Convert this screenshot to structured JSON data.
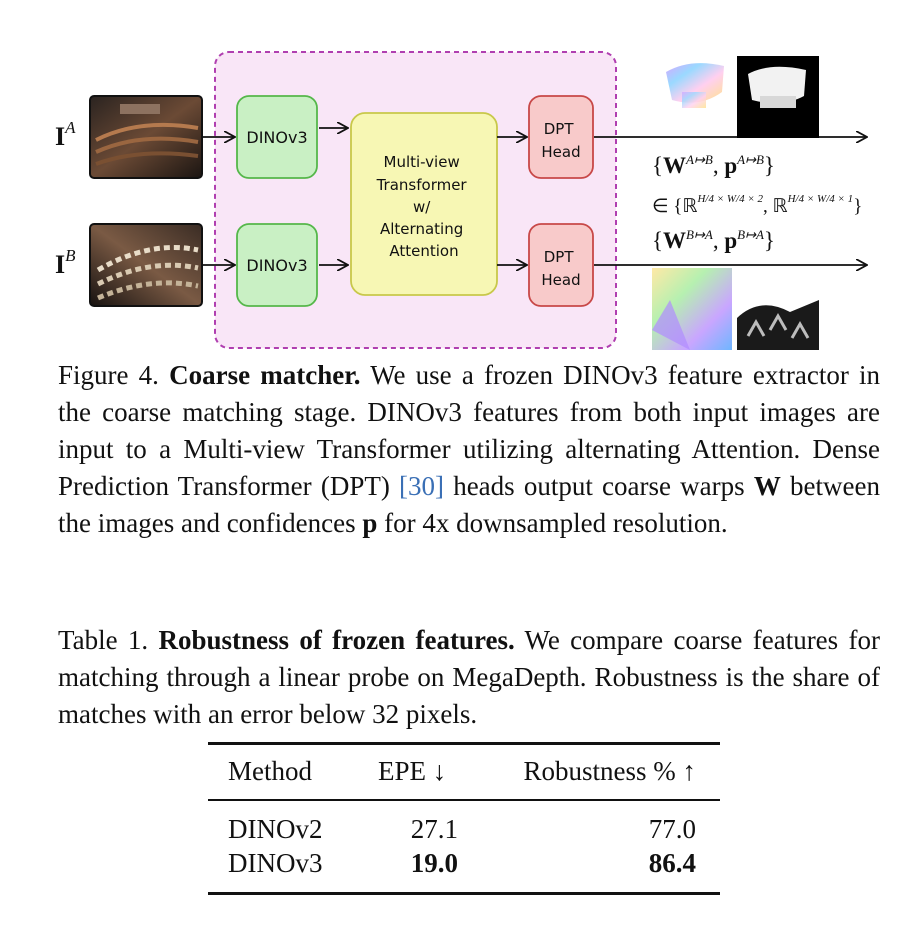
{
  "figure": {
    "input_a_label": "I",
    "input_a_sup": "A",
    "input_b_label": "I",
    "input_b_sup": "B",
    "encoder_top_label": "DINOv3",
    "encoder_bottom_label": "DINOv3",
    "transformer_lines": [
      "Multi-view",
      "Transformer",
      "w/",
      "Alternating",
      "Attention"
    ],
    "head_top_lines": [
      "DPT",
      "Head"
    ],
    "head_bottom_lines": [
      "DPT",
      "Head"
    ],
    "output_top": "{W^{A↦B}, p^{A↦B}}",
    "output_space": "∈ {ℝ^{H/4 × W/4 × 2}, ℝ^{H/4 × W/4 × 1}}",
    "output_bottom": "{W^{B↦A}, p^{B↦A}}",
    "colors": {
      "pipeline_bg": "#f9e6f7",
      "pipeline_border": "#b03fb0",
      "encoder_fill": "#c9f0c4",
      "encoder_stroke": "#55b74a",
      "transformer_fill": "#f7f7b4",
      "transformer_stroke": "#c8c84a",
      "head_fill": "#f8caca",
      "head_stroke": "#c84848"
    }
  },
  "figure_caption": {
    "prefix": "Figure 4.",
    "title": "Coarse matcher.",
    "text_1": "We use a frozen DINOv3 feature extractor in the coarse matching stage. DINOv3 features from both input images are input to a Multi-view Transformer utilizing alternating Attention. Dense Prediction Transformer (DPT) ",
    "citation": "[30]",
    "text_2": " heads output coarse warps ",
    "sym_w": "W",
    "text_3": " between the images and confidences ",
    "sym_p": "p",
    "text_4": " for 4x downsampled resolution."
  },
  "table_caption": {
    "prefix": "Table 1.",
    "title": "Robustness of frozen features.",
    "text": "We compare coarse features for matching through a linear probe on MegaDepth. Robustness is the share of matches with an error below 32 pixels."
  },
  "table": {
    "headers": [
      "Method",
      "EPE ↓",
      "Robustness % ↑"
    ],
    "rows": [
      {
        "method": "DINOv2",
        "epe": "27.1",
        "robustness": "77.0"
      },
      {
        "method": "DINOv3",
        "epe": "19.0",
        "robustness": "86.4"
      }
    ]
  }
}
